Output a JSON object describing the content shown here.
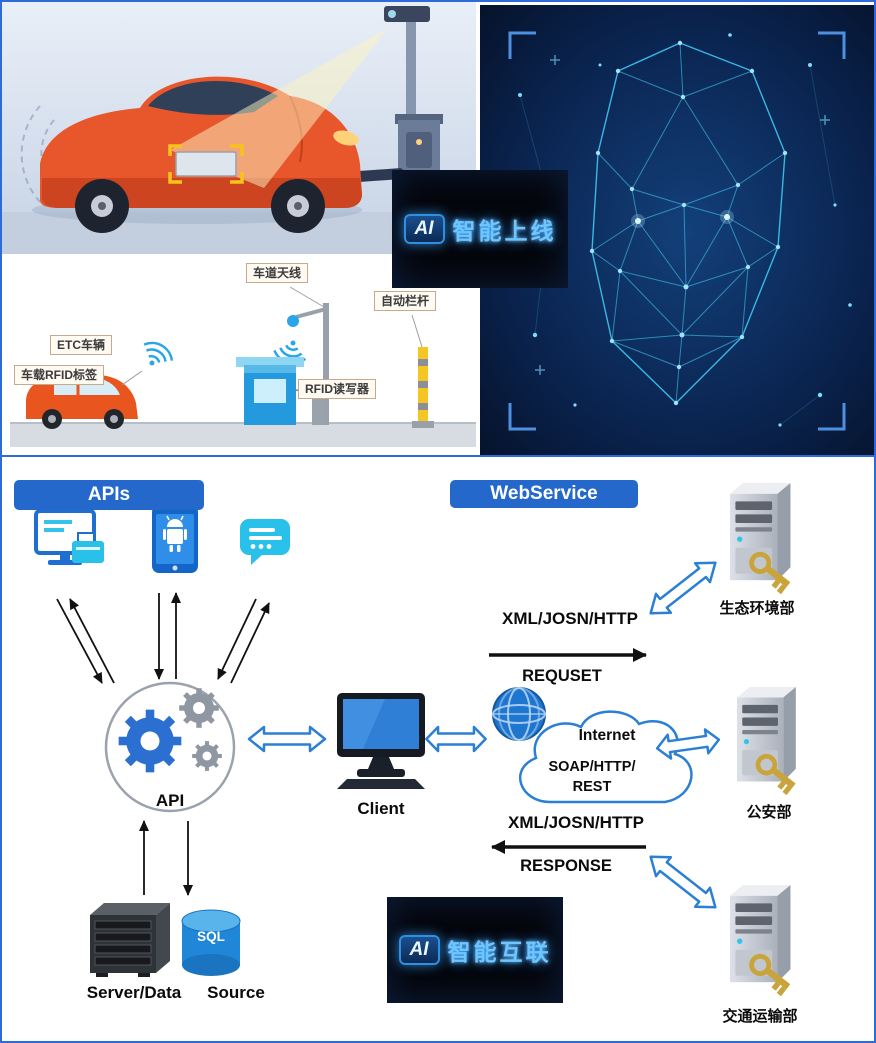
{
  "colors": {
    "accent_blue": "#2468cc",
    "arrow_blue_outline": "#2b7fd4",
    "cyan": "#29c0ea",
    "dark_navy": "#081a36",
    "mesh_cyan": "#49d6ff",
    "banner_glow": "#6cc6ff",
    "orange_vehicle": "#e8551e",
    "gold_key": "#c9a43b"
  },
  "top": {
    "etc": {
      "lane_antenna": "车道天线",
      "auto_barrier": "自动栏杆",
      "etc_vehicle": "ETC车辆",
      "rfid_tag": "车载RFID标签",
      "rfid_reader": "RFID读写器"
    },
    "banner_online": {
      "badge": "AI",
      "text": "智能上线"
    }
  },
  "diagram": {
    "apis_button": "APIs",
    "webservice_button": "WebService",
    "api_label": "API",
    "client_label": "Client",
    "internet_label": "Internet",
    "soap_line1": "SOAP/HTTP/",
    "soap_line2": "REST",
    "request_protocol": "XML/JOSN/HTTP",
    "request_label": "REQUSET",
    "response_protocol": "XML/JOSN/HTTP",
    "response_label": "RESPONSE",
    "sql_label": "SQL",
    "server_data_label": "Server/Data",
    "source_label": "Source",
    "servers": [
      {
        "label": "生态环境部"
      },
      {
        "label": "公安部"
      },
      {
        "label": "交通运输部"
      }
    ],
    "banner_connect": {
      "badge": "AI",
      "text": "智能互联"
    }
  }
}
